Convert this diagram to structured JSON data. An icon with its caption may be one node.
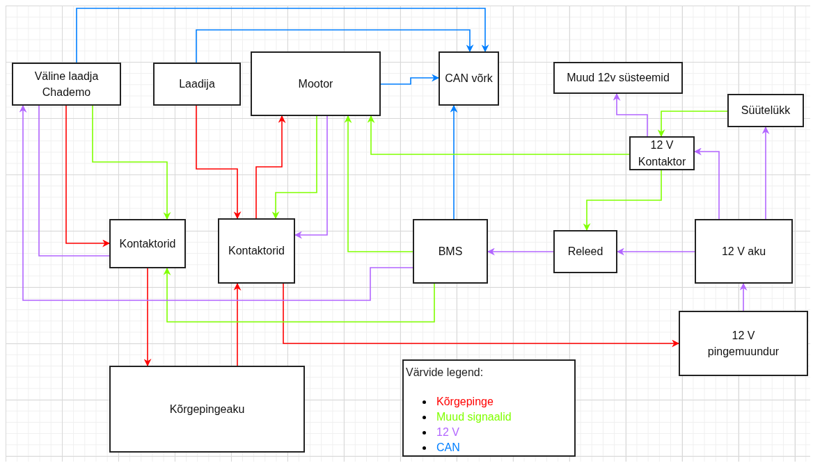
{
  "diagram": {
    "nodes": [
      {
        "text": [
          "Väline laadja Chademo"
        ]
      },
      {
        "text": [
          "Laadija"
        ]
      },
      {
        "text": [
          "Mootor"
        ]
      },
      {
        "text": [
          "CAN võrk"
        ]
      },
      {
        "text": [
          "Muud 12v süsteemid"
        ]
      },
      {
        "text": [
          "Süütelükk"
        ]
      },
      {
        "text": [
          "12 V Kontaktor"
        ]
      },
      {
        "text": [
          "Kontaktorid"
        ]
      },
      {
        "text": [
          "Kontaktorid"
        ]
      },
      {
        "text": [
          "BMS"
        ]
      },
      {
        "text": [
          "Releed"
        ]
      },
      {
        "text": [
          "12 V aku"
        ]
      },
      {
        "text": [
          "12 V pingemuundur"
        ]
      },
      {
        "text": [
          "Kõrgepingeaku"
        ]
      }
    ],
    "edges": [
      {
        "from": 0,
        "to": 3,
        "arrow": "to",
        "color": "#007fff"
      },
      {
        "from": 1,
        "to": 3,
        "arrow": "to",
        "color": "#007fff"
      },
      {
        "from": 2,
        "to": 3,
        "arrow": "to",
        "color": "#007fff"
      },
      {
        "from": 9,
        "to": 3,
        "arrow": "to",
        "color": "#007fff"
      },
      {
        "from": 0,
        "to": 7,
        "arrow": "to",
        "color": "#ff0000"
      },
      {
        "from": 1,
        "to": 8,
        "arrow": "to",
        "color": "#ff0000"
      },
      {
        "from": 8,
        "to": 2,
        "arrow": "to",
        "color": "#ff0000"
      },
      {
        "from": 7,
        "to": 13,
        "arrow": "to",
        "color": "#ff0000"
      },
      {
        "from": 13,
        "to": 8,
        "arrow": "to",
        "color": "#ff0000"
      },
      {
        "from": 8,
        "to": 12,
        "arrow": "to",
        "color": "#ff0000"
      },
      {
        "from": 0,
        "to": 7,
        "arrow": "to",
        "color": "#80ff00"
      },
      {
        "from": 2,
        "to": 8,
        "arrow": "to",
        "color": "#80ff00"
      },
      {
        "from": 9,
        "to": 2,
        "arrow": "to",
        "color": "#80ff00"
      },
      {
        "from": 6,
        "to": 2,
        "arrow": "to",
        "color": "#80ff00"
      },
      {
        "from": 5,
        "to": 6,
        "arrow": "to",
        "color": "#80ff00"
      },
      {
        "from": 6,
        "to": 10,
        "arrow": "to",
        "color": "#80ff00"
      },
      {
        "from": 9,
        "to": 7,
        "arrow": "to",
        "color": "#80ff00"
      },
      {
        "from": 7,
        "to": 0,
        "arrow": "none"
      },
      {
        "from": 9,
        "to": 0,
        "arrow": "to"
      },
      {
        "from": 2,
        "to": 8,
        "arrow": "to"
      },
      {
        "from": 6,
        "to": 4,
        "arrow": "to"
      },
      {
        "from": 11,
        "to": 6,
        "arrow": "to"
      },
      {
        "from": 11,
        "to": 5,
        "arrow": "to"
      },
      {
        "from": 11,
        "to": 10,
        "arrow": "to"
      },
      {
        "from": 10,
        "to": 9,
        "arrow": "to"
      },
      {
        "from": 12,
        "to": 11,
        "arrow": "to"
      }
    ],
    "labels": [
      "Värvide legend:"
    ],
    "legend": [
      {
        "text": "Kõrgepinge",
        "color": "#ff0000"
      },
      {
        "text": "Muud signaalid",
        "color": "#80ff00"
      },
      {
        "text": "12 V",
        "color": "#b266ff"
      },
      {
        "text": "CAN",
        "color": "#007fff"
      }
    ]
  }
}
